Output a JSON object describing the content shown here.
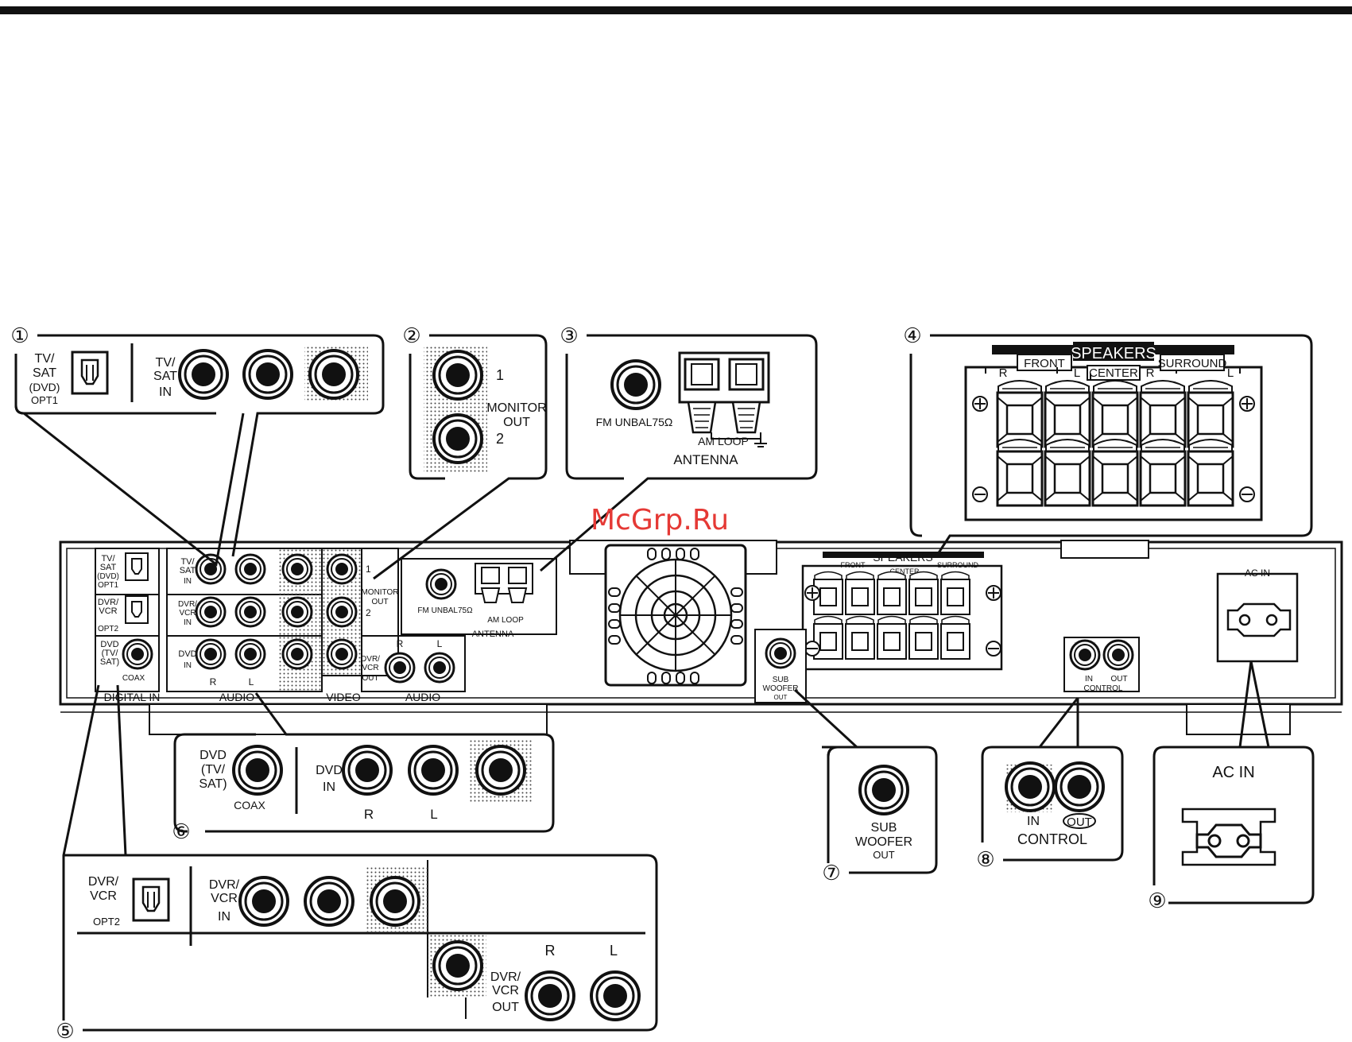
{
  "watermark": "McGrp.Ru",
  "callouts": {
    "c1": "①",
    "c2": "②",
    "c3": "③",
    "c4": "④",
    "c5": "⑤",
    "c6": "⑥",
    "c7": "⑦",
    "c8": "⑧",
    "c9": "⑨"
  },
  "detail1": {
    "opt": [
      "TV/",
      "SAT",
      "(DVD)",
      "OPT1"
    ],
    "in": [
      "TV/",
      "SAT",
      "IN"
    ]
  },
  "detail2": {
    "n1": "1",
    "n2": "2",
    "label": [
      "MONITOR",
      "OUT"
    ]
  },
  "detail3": {
    "fm": "FM UNBAL75Ω",
    "am": "AM LOOP",
    "antenna": "ANTENNA"
  },
  "detail4": {
    "speakers": "SPEAKERS",
    "front": "FRONT",
    "center": "CENTER",
    "surround": "SURROUND",
    "r": "R",
    "l": "L"
  },
  "detail5": {
    "opt": [
      "DVR/",
      "VCR",
      "OPT2"
    ],
    "in": [
      "DVR/",
      "VCR",
      "IN"
    ],
    "out": [
      "DVR/",
      "VCR",
      "OUT"
    ],
    "r": "R",
    "l": "L"
  },
  "detail6": {
    "coax": [
      "DVD",
      "(TV/",
      "SAT)",
      "COAX"
    ],
    "in": [
      "DVD",
      "IN"
    ],
    "r": "R",
    "l": "L"
  },
  "detail7": {
    "label": [
      "SUB",
      "WOOFER",
      "OUT"
    ]
  },
  "detail8": {
    "in": "IN",
    "out": "OUT",
    "control": "CONTROL"
  },
  "detail9": {
    "label": "AC IN"
  },
  "panel": {
    "tvsat_opt": [
      "TV/",
      "SAT",
      "(DVD)",
      "OPT1"
    ],
    "dvr_opt": [
      "DVR/",
      "VCR",
      "OPT2"
    ],
    "dvd_tv_sat": [
      "DVD",
      "(TV/",
      "SAT)"
    ],
    "coax": "COAX",
    "digital_in": "DIGITAL IN",
    "tvsat_in": [
      "TV/",
      "SAT",
      "IN"
    ],
    "dvr_in": [
      "DVR/",
      "VCR",
      "IN"
    ],
    "dvd_in": [
      "DVD",
      "IN"
    ],
    "r": "R",
    "l": "L",
    "audio": "AUDIO",
    "video": "VIDEO",
    "n1": "1",
    "n2": "2",
    "monitor_out": [
      "MONITOR",
      "OUT"
    ],
    "dvr_out": [
      "DVR/",
      "VCR",
      "OUT"
    ],
    "fm": "FM UNBAL75Ω",
    "am": "AM LOOP",
    "antenna": "ANTENNA",
    "speakers": "SPEAKERS",
    "front": "FRONT",
    "center": "CENTER",
    "surround": "SURROUND",
    "sub": [
      "SUB",
      "WOOFER",
      "OUT"
    ],
    "ctrl_in": "IN",
    "ctrl_out": "OUT",
    "control": "CONTROL",
    "ac_in": "AC IN"
  }
}
